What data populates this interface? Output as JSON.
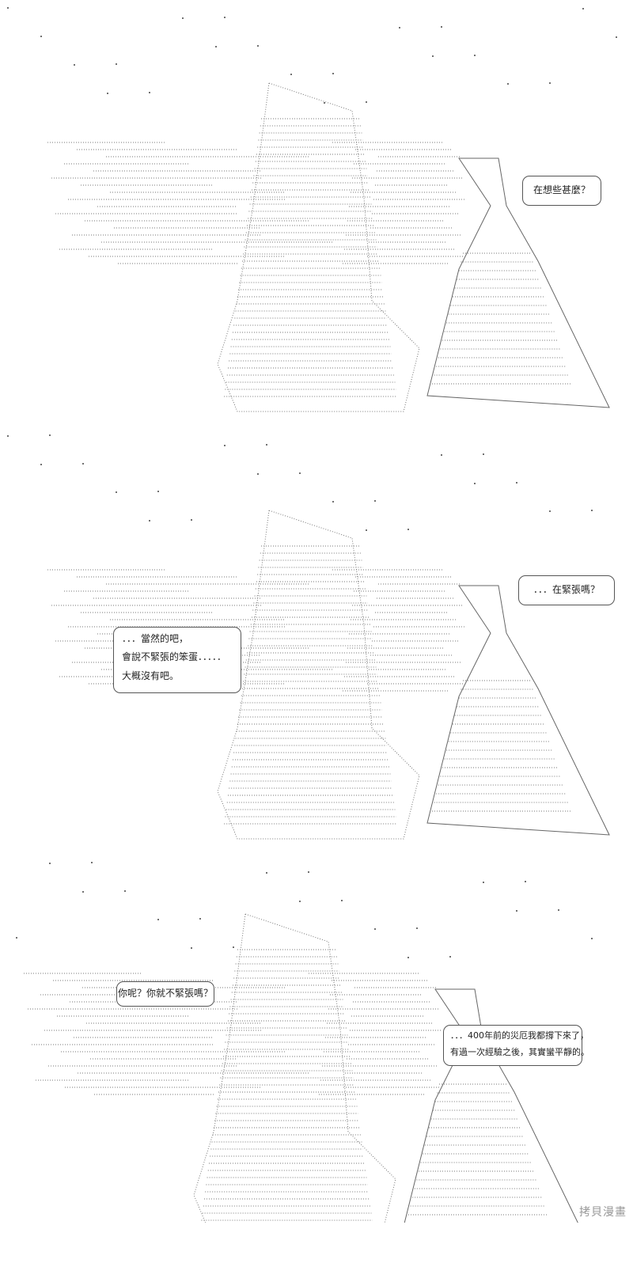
{
  "panels": [
    {
      "bubbles": [
        {
          "lines": [
            "在想些甚麼？"
          ]
        }
      ]
    },
    {
      "bubbles": [
        {
          "lines": [
            "．．．在緊張嗎？"
          ]
        },
        {
          "lines": [
            "．．．當然的吧，",
            "會說不緊張的笨蛋．．．．．",
            "大概沒有吧。"
          ]
        }
      ]
    },
    {
      "bubbles": [
        {
          "lines": [
            "你呢？你就不緊張嗎？"
          ]
        },
        {
          "lines": [
            "．．．400年前的災厄我都撐下來了，",
            "有過一次經驗之後，其實蠻平靜的。"
          ]
        }
      ]
    }
  ],
  "watermark": "拷貝漫畫"
}
